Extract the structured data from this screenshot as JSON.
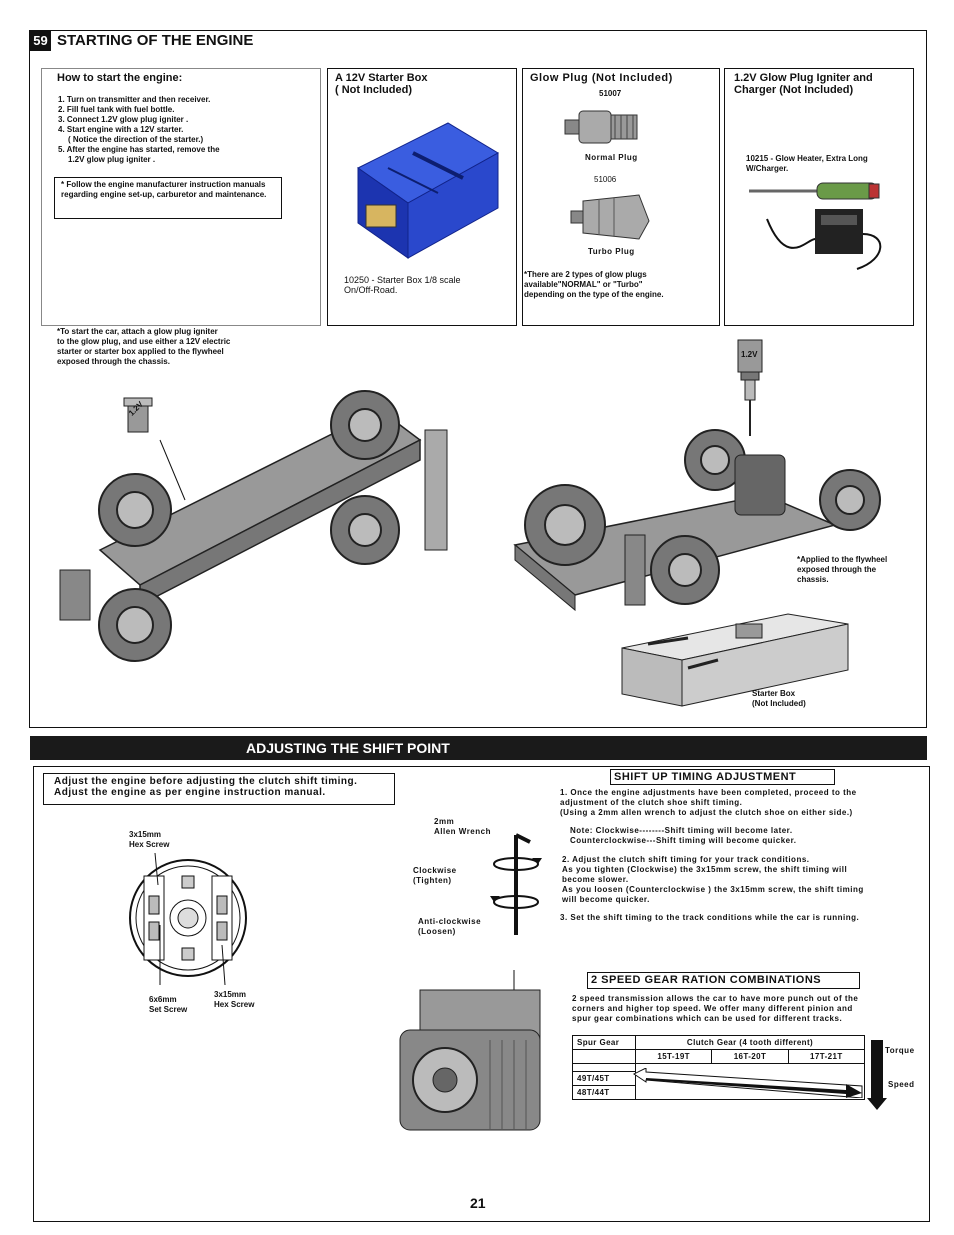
{
  "section1": {
    "number": "59",
    "title": "STARTING OF THE ENGINE",
    "how_to": {
      "heading": "How to start the engine:",
      "steps": [
        "1. Turn on transmitter and then receiver.",
        "2. Fill fuel tank with fuel bottle.",
        "3. Connect 1.2V glow plug igniter .",
        "4. Start engine with a 12V starter.",
        "( Notice the direction of the starter.)",
        "5. After the engine has started, remove the",
        "1.2V glow plug igniter ."
      ],
      "note": "* Follow  the engine manufacturer instruction manuals regarding engine set-up, carburetor  and  maintenance."
    },
    "starter_box": {
      "heading": "A 12V Starter Box\n( Not Included)",
      "caption": "10250 - Starter Box 1/8 scale\nOn/Off-Road."
    },
    "glow_plug": {
      "heading": "Glow Plug (Not Included)",
      "normal_code": "51007",
      "normal_label": "Normal Plug",
      "turbo_code": "51006",
      "turbo_label": "Turbo Plug",
      "note": "*There are 2 types of glow plugs\n  available\"NORMAL\" or \"Turbo\"\n  depending on the type of the engine."
    },
    "igniter": {
      "heading": "1.2V Glow Plug Igniter and\nCharger (Not Included)",
      "caption": "10215 - Glow Heater, Extra Long\nW/Charger."
    },
    "note_left": "*To start the car, attach a glow plug igniter\n  to the glow plug, and use either a 12V electric\n  starter or starter box applied to the flywheel\n  exposed through the chassis.",
    "note_right": "*Applied to the flywheel\n  exposed through the\n  chassis.",
    "starter_box_label": "Starter Box\n(Not Included)",
    "igniter_tag": "1.2V"
  },
  "section2": {
    "title": "ADJUSTING THE SHIFT POINT",
    "notice": "Adjust the engine before adjusting the clutch shift timing.\nAdjust the engine as per engine instruction manual.",
    "clutch_labels": {
      "hex_top": "3x15mm\nHex Screw",
      "set_screw": "6x6mm\nSet Screw",
      "hex_bottom": "3x15mm\nHex Screw"
    },
    "wrench_labels": {
      "wrench": "2mm\nAllen Wrench",
      "clockwise": "Clockwise\n(Tighten)",
      "anticlockwise": "Anti-clockwise\n(Loosen)"
    },
    "shift_up": {
      "heading": "SHIFT UP TIMING ADJUSTMENT",
      "p1": "1. Once the engine adjustments have been completed, proceed to the\n    adjustment of the clutch shoe shift timing.\n    (Using a 2mm allen wrench to adjust the clutch shoe on either side.)",
      "p1_note": "Note: Clockwise--------Shift timing will become later.\n          Counterclockwise---Shift timing will become quicker.",
      "p2": "2. Adjust the clutch shift timing for your track conditions.\n    As you tighten (Clockwise) the 3x15mm screw,  the shift timing will\n    become slower.\n    As you loosen (Counterclockwise ) the 3x15mm screw, the shift timing\n    will become quicker.",
      "p3": "3. Set the shift timing to the track conditions while the car is running."
    },
    "gear": {
      "heading": "2 SPEED GEAR RATION COMBINATIONS",
      "description": "2 speed transmission allows the car to have more punch out of the\ncorners and higher top speed. We offer many different pinion and\nspur gear combinations which can be used for different tracks.",
      "spur_header": "Spur Gear",
      "clutch_header": "Clutch Gear (4 tooth different)",
      "clutch_cols": [
        "15T-19T",
        "16T-20T",
        "17T-21T"
      ],
      "spur_rows": [
        "49T/45T",
        "48T/44T"
      ],
      "torque": "Torque",
      "speed": "Speed"
    }
  },
  "page_number": "21",
  "colors": {
    "starter_box": "#2340c8",
    "header_bar": "#1a1a1a"
  }
}
